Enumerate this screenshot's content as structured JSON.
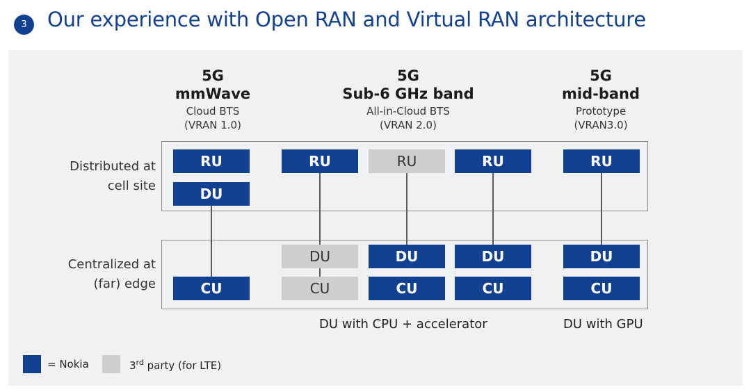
{
  "header": {
    "badge": "3",
    "title": "Our experience with Open RAN and Virtual RAN architecture"
  },
  "columns": [
    {
      "line1": "5G",
      "line2": "mmWave",
      "sub1": "Cloud BTS",
      "sub2": "(VRAN 1.0)"
    },
    {
      "line1": "5G",
      "line2": "Sub-6 GHz band",
      "sub1": "All-in-Cloud BTS",
      "sub2": "(VRAN 2.0)"
    },
    {
      "line1": "5G",
      "line2": "mid-band",
      "sub1": "Prototype",
      "sub2": "(VRAN3.0)"
    }
  ],
  "rows": {
    "distributed": {
      "line1": "Distributed at",
      "line2": "cell site"
    },
    "centralized": {
      "line1": "Centralized at",
      "line2": "(far) edge"
    }
  },
  "boxes": {
    "ru": "RU",
    "du": "DU",
    "cu": "CU"
  },
  "captions": {
    "cpu": "DU with CPU + accelerator",
    "gpu": "DU with GPU"
  },
  "legend": {
    "nokia": "= Nokia",
    "third_sup": "rd",
    "third_num": "3",
    "third_rest": " party (for LTE)"
  },
  "colors": {
    "nokia": "#124191",
    "third_party": "#cfcfcf",
    "panel": "#eff1f3"
  }
}
